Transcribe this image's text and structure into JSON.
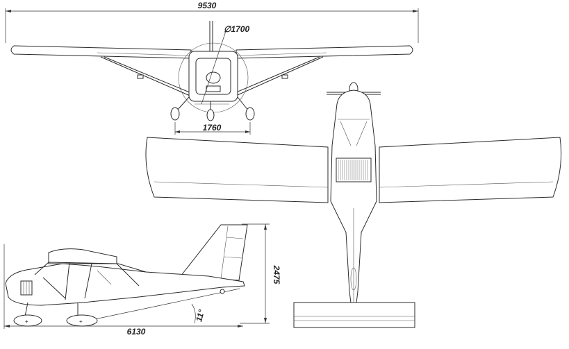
{
  "dimensions": {
    "wingspan": "9530",
    "prop_diameter": "1700",
    "wheel_track": "1760",
    "height": "2475",
    "length": "6130",
    "angle": "11°"
  },
  "diameter_symbol": "∅"
}
